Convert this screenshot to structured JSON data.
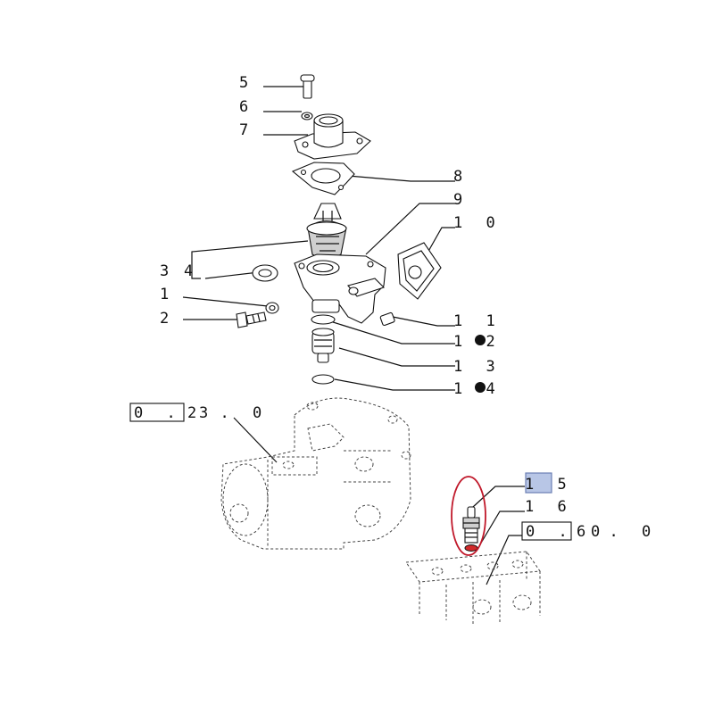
{
  "labels": {
    "l1": "1",
    "l2": "2",
    "l3": "3",
    "l4": "4",
    "l5": "5",
    "l6": "6",
    "l7": "7",
    "l8": "8",
    "l9": "9",
    "l10": "1 0",
    "l11": "1 1",
    "l12": "1 2",
    "l13": "1 3",
    "l14": "1 4",
    "l15": "1 5",
    "l16": "1 6"
  },
  "refs": {
    "r1_box": "0 . 3",
    "r1_rest": "2 . 0",
    "r2_box": "0 . 0",
    "r2_rest": "6 . 0"
  },
  "highlight": {
    "selected_label": "1 5",
    "color": "#b8c6e6",
    "ring_color": "#c0182a"
  },
  "icons": [
    "bullet-dot-icon"
  ]
}
